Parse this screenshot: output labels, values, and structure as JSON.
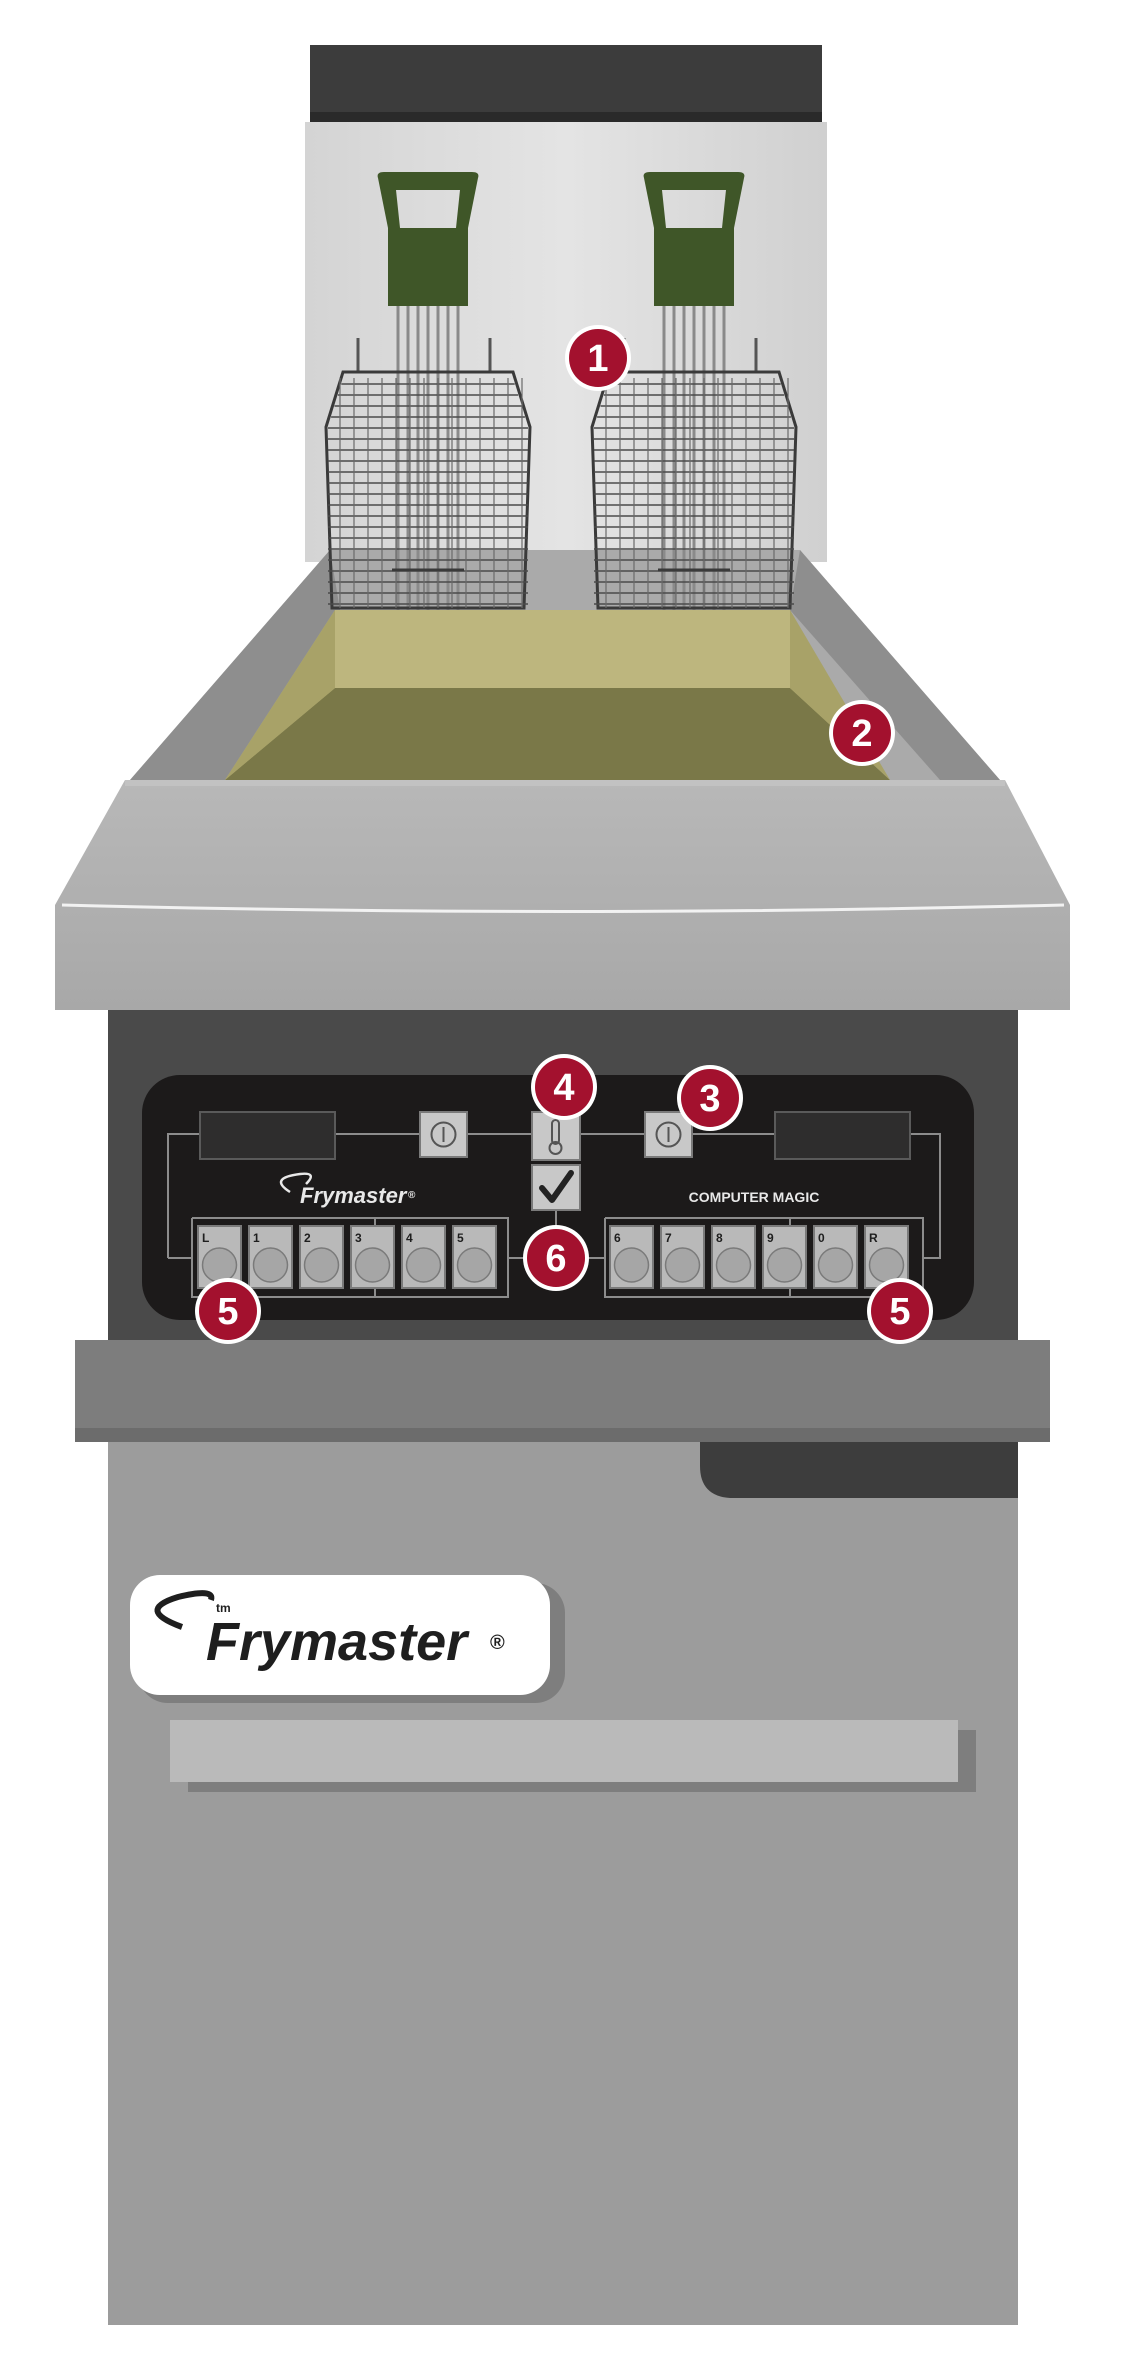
{
  "panel": {
    "brand": "Frymaster",
    "registered": "®",
    "model": "COMPUTER MAGIC",
    "left_keys": [
      "L",
      "1",
      "2",
      "3",
      "4",
      "5"
    ],
    "right_keys": [
      "6",
      "7",
      "8",
      "9",
      "0",
      "R"
    ],
    "power_icon": "power-icon",
    "temp_icon": "thermometer-icon",
    "check_icon": "checkmark-icon"
  },
  "logo": {
    "tm": "tm",
    "brand": "Frymaster",
    "registered": "®"
  },
  "callouts": [
    "1",
    "2",
    "3",
    "4",
    "5",
    "6"
  ],
  "colors": {
    "callout": "#a3112e",
    "handle": "#3f5628",
    "oil": "#7a7848",
    "panel": "#1c1a1a",
    "body": "#9c9c9c"
  }
}
